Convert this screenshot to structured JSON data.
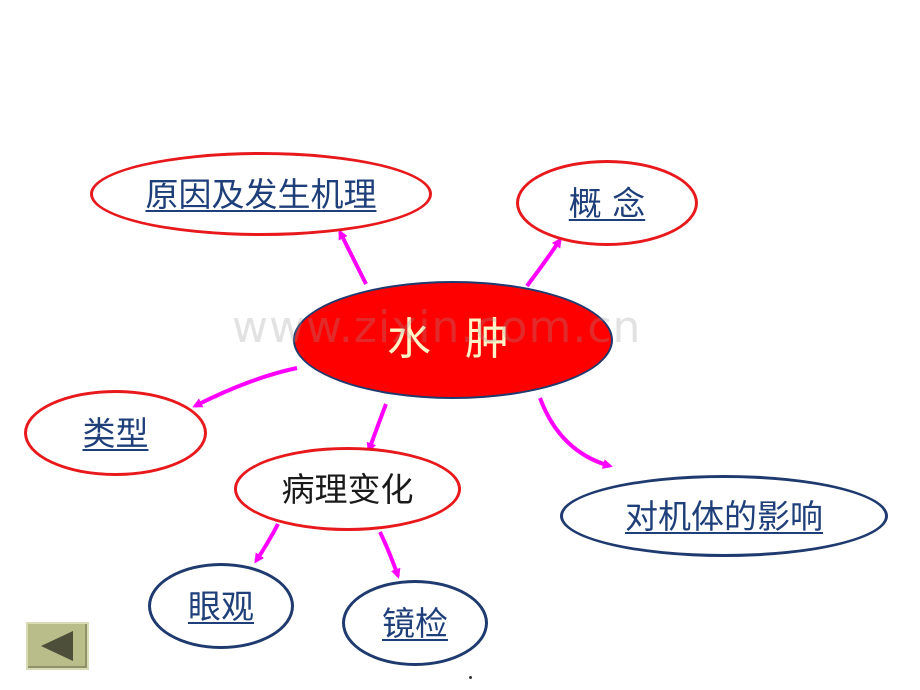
{
  "center": {
    "label": "水 肿"
  },
  "watermark": "www.zixin.com.cn",
  "nodes": {
    "cause": "原因及发生机理",
    "concept": "概 念",
    "types": "类型",
    "pathology": "病理变化",
    "effect": "对机体的影响",
    "gross": "眼观",
    "micro": "镜检"
  },
  "colors": {
    "center_fill": "#ff0000",
    "arrow": "#ff00ff",
    "ring_red": "#e8191c",
    "ring_navy": "#1f3a6e",
    "link_text": "#1f3f7a"
  },
  "nav": {
    "back_icon": "triangle-left-icon"
  }
}
